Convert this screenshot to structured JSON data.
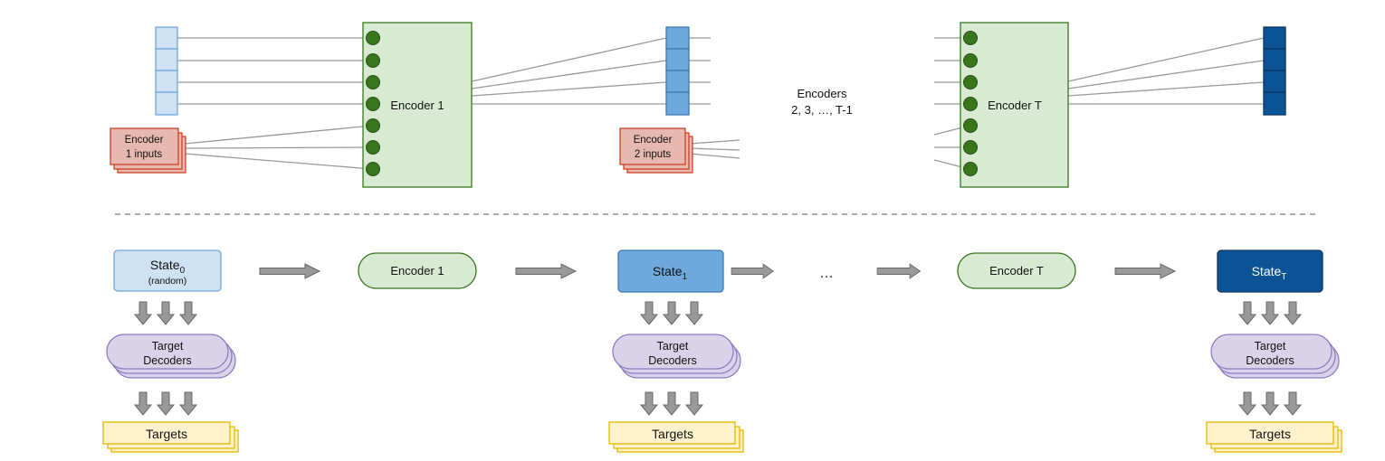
{
  "colors": {
    "state0_fill": "#cfe2f3",
    "state0_stroke": "#6fa8dc",
    "state1_fill": "#6fa8dc",
    "state1_stroke": "#3d78b4",
    "stateT_fill": "#0b5394",
    "stateT_stroke": "#073763",
    "encoder_fill": "#d9ead3",
    "encoder_stroke": "#38761d",
    "node_fill": "#38761d",
    "inputs_fill": "#e6b8af",
    "inputs_stroke": "#cc4125",
    "decoder_fill": "#d9d2e9",
    "decoder_stroke": "#8e7cc3",
    "targets_fill": "#fff2cc",
    "targets_stroke": "#e6b800",
    "arrow_fill": "#999999",
    "arrow_stroke": "#666666",
    "line": "#999999",
    "dash": "#777777"
  },
  "top": {
    "encoder1_label": "Encoder 1",
    "encoderT_label": "Encoder T",
    "middle_label_line1": "Encoders",
    "middle_label_line2": "2, 3, …, T-1",
    "inputs1_line1": "Encoder",
    "inputs1_line2": "1 inputs",
    "inputs2_line1": "Encoder",
    "inputs2_line2": "2 inputs"
  },
  "bottom": {
    "state0_main": "State",
    "state0_sub": "0",
    "state0_note": "(random)",
    "state1_main": "State",
    "state1_sub": "1",
    "stateT_main": "State",
    "stateT_sub": "T",
    "encoder1_label": "Encoder 1",
    "encoderT_label": "Encoder T",
    "ellipsis": "…",
    "decoder_line1": "Target",
    "decoder_line2": "Decoders",
    "targets_label": "Targets"
  }
}
